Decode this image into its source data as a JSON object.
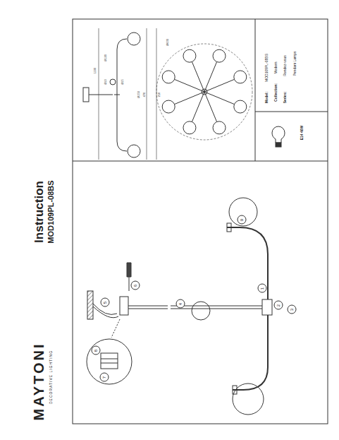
{
  "diagram": {
    "nodes": [
      {
        "text": [
          "1"
        ]
      },
      {
        "text": [
          "2"
        ]
      },
      {
        "text": [
          "3"
        ]
      },
      {
        "text": [
          "4"
        ]
      },
      {
        "text": [
          "5"
        ]
      },
      {
        "text": [
          "6"
        ]
      },
      {
        "text": [
          "7"
        ]
      },
      {
        "text": [
          "8"
        ]
      },
      {
        "text": [
          "9"
        ]
      }
    ],
    "labels": [
      "MAYTONI",
      "DECORATIVE LIGHTING",
      "Instruction",
      "MOD109PL-08BS",
      "Ø120",
      "Ø10",
      "Ø15",
      "Ø150",
      "1100",
      "470",
      "210",
      "Ø630",
      "Model:",
      "MOD109PL-08BS",
      "Collection:",
      "Modern",
      "Series:",
      "Rendez-vous",
      "Pendant Lamps",
      "E14 40W"
    ]
  }
}
